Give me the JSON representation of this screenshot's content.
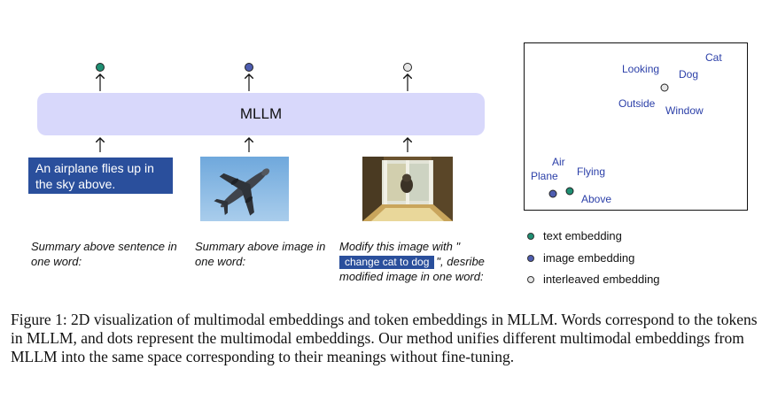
{
  "diagram": {
    "model_label": "MLLM",
    "input_text": "An airplane flies up in the sky above.",
    "prompts": {
      "text": "Summary above sentence in one word:",
      "image": "Summary above image in one word:",
      "interleaved_before": "Modify this image with \"",
      "interleaved_tag": "change cat to dog",
      "interleaved_after": "\", desribe modified image in one word:"
    },
    "colors": {
      "model_box": "#d8d8fb",
      "text_box": "#2a4f9c",
      "text_embedding": "#1f8f73",
      "image_embedding": "#4e5db0",
      "interleaved_embedding": "#e6e6e6",
      "token_words": "#2b3fa8"
    }
  },
  "embedding_plot": {
    "words": [
      "Cat",
      "Looking",
      "Dog",
      "Outside",
      "Window",
      "Air",
      "Flying",
      "Plane",
      "Above"
    ]
  },
  "legend": [
    {
      "label": "text embedding",
      "color": "#1f8f73"
    },
    {
      "label": "image embedding",
      "color": "#4e5db0"
    },
    {
      "label": "interleaved embedding",
      "color": "#e6e6e6"
    }
  ],
  "caption": "Figure 1: 2D visualization of multimodal embeddings and token embeddings in MLLM. Words correspond to the tokens in MLLM, and dots represent the multimodal embeddings. Our method unifies different multimodal embeddings from MLLM into the same space corresponding to their meanings without fine-tuning."
}
